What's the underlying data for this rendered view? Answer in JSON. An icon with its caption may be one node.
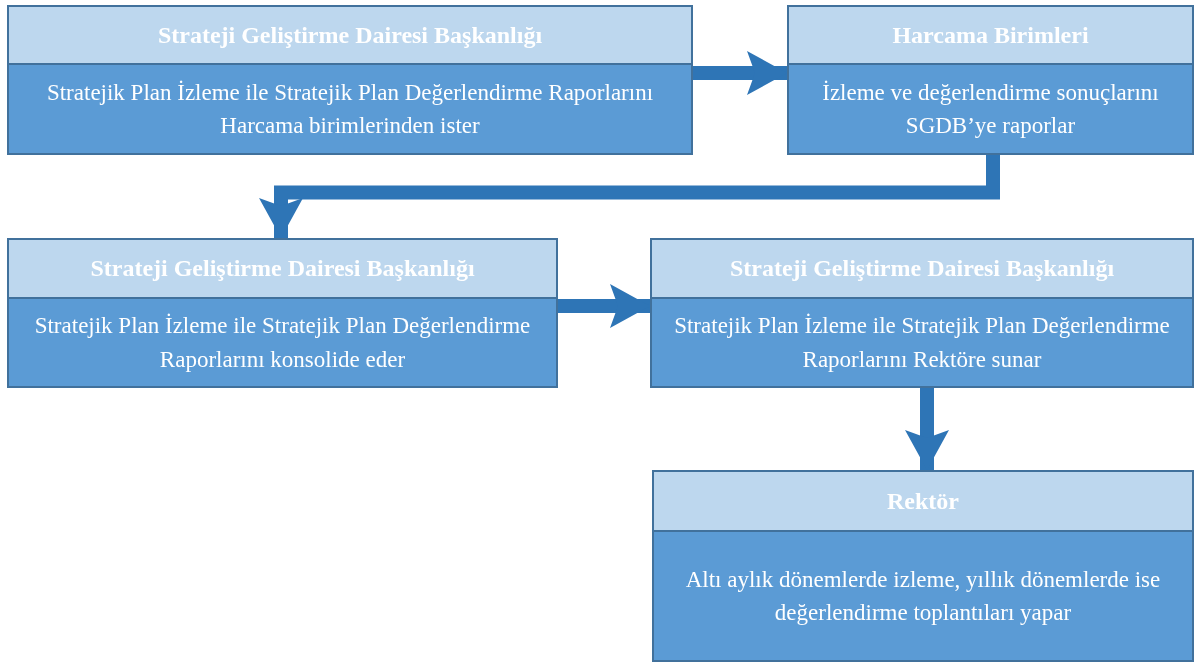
{
  "diagram": {
    "nodes": [
      {
        "text": [
          "Strateji Geliştirme Dairesi Başkanlığı",
          "Stratejik Plan İzleme ile Stratejik Plan Değerlendirme Raporlarını Harcama birimlerinden ister"
        ]
      },
      {
        "text": [
          "Harcama Birimleri",
          "İzleme ve değerlendirme sonuçlarını SGDB’ye raporlar"
        ]
      },
      {
        "text": [
          "Strateji Geliştirme Dairesi Başkanlığı",
          "Stratejik Plan İzleme ile Stratejik Plan Değerlendirme Raporlarını konsolide eder"
        ]
      },
      {
        "text": [
          "Strateji Geliştirme Dairesi Başkanlığı",
          "Stratejik Plan İzleme ile Stratejik Plan Değerlendirme Raporlarını Rektöre sunar"
        ]
      },
      {
        "text": [
          "Rektör",
          "Altı aylık dönemlerde izleme, yıllık dönemlerde ise değerlendirme toplantıları yapar"
        ]
      }
    ],
    "edges": [
      {
        "from": 0,
        "to": 1,
        "arrow": "to"
      },
      {
        "from": 1,
        "to": 2,
        "arrow": "to"
      },
      {
        "from": 2,
        "to": 3,
        "arrow": "to"
      },
      {
        "from": 3,
        "to": 4,
        "arrow": "to"
      }
    ]
  }
}
